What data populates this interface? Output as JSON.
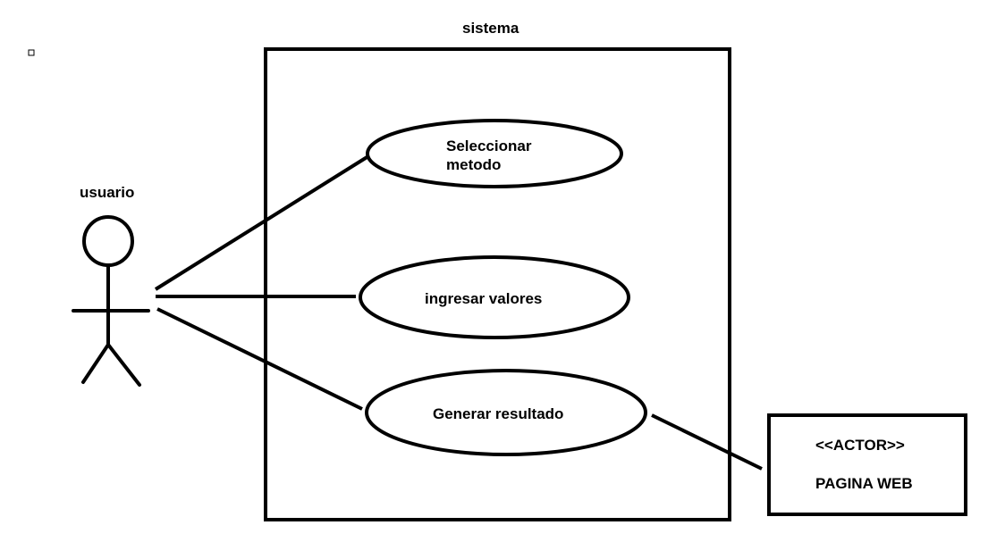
{
  "diagram": {
    "system_label": "sistema",
    "actor_label": "usuario",
    "use_cases": [
      {
        "line1": "Seleccionar",
        "line2": "metodo"
      },
      {
        "line1": "ingresar valores"
      },
      {
        "line1": "Generar resultado"
      }
    ],
    "secondary_actor": {
      "stereotype": "<<ACTOR>>",
      "name": "PAGINA WEB"
    }
  }
}
